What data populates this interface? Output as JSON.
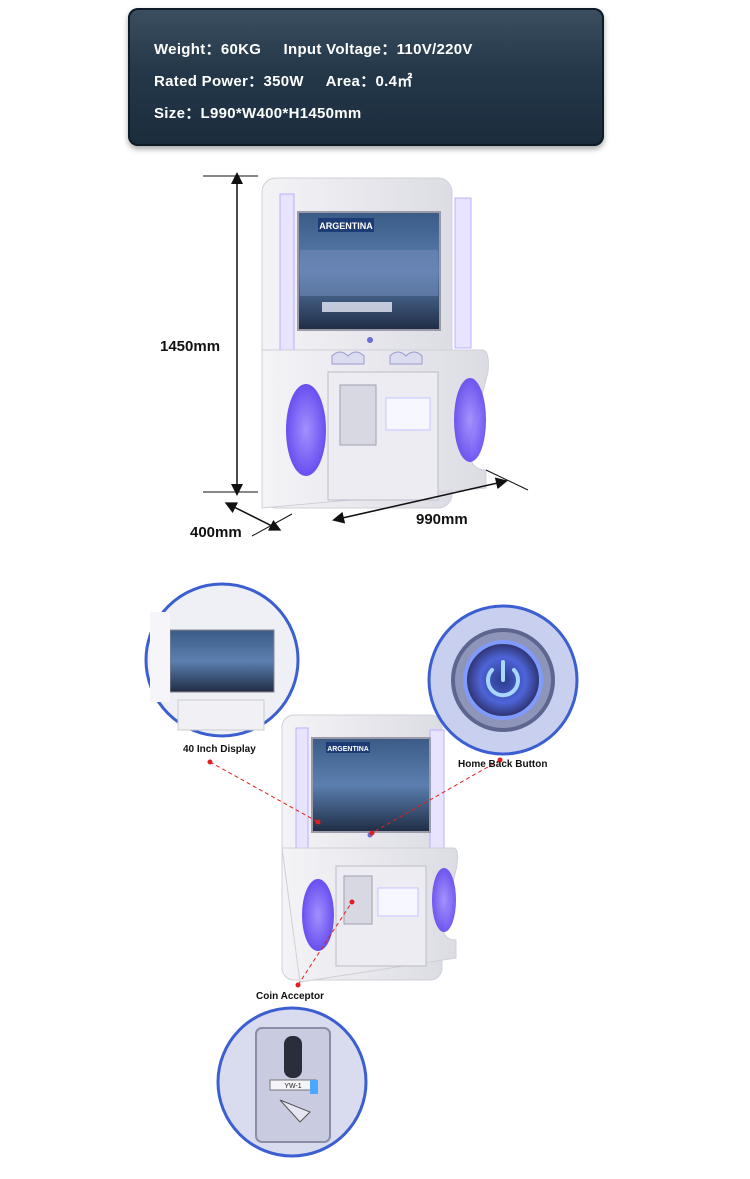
{
  "specs": {
    "line1": "Weight：60KG     Input Voltage：110V/220V",
    "line2": "Rated Power：350W     Area：0.4㎡",
    "line3": "Size：L990*W400*H1450mm"
  },
  "dimensions": {
    "height": "1450mm",
    "depth": "400mm",
    "width": "990mm"
  },
  "screen": {
    "banner": "ARGENTINA"
  },
  "callouts": {
    "display": "40 Inch Display",
    "home_button": "Home Back Button",
    "coin": "Coin Acceptor"
  },
  "coin_label": "YW-1"
}
